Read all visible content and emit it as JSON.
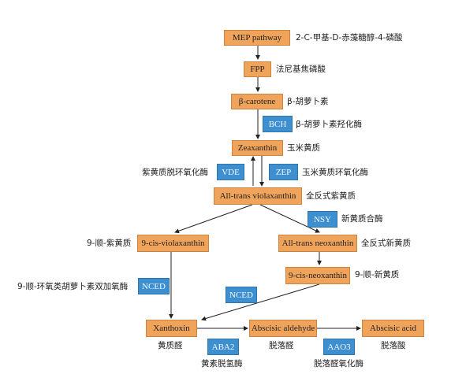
{
  "nodes": {
    "mep": "MEP pathway",
    "fpp": "FPP",
    "bcar": "β-carotene",
    "zea": "Zeaxanthin",
    "atv": "All-trans violaxanthin",
    "cisv": "9-cis-violaxanthin",
    "atn": "All-trans neoxanthin",
    "cisn": "9-cis-neoxanthin",
    "xan": "Xanthoxin",
    "abald": "Abscisic aldehyde",
    "aba": "Abscisic acid"
  },
  "enzymes": {
    "bch": "BCH",
    "vde": "VDE",
    "zep": "ZEP",
    "nsy": "NSY",
    "nced1": "NCED",
    "nced2": "NCED",
    "aba2": "ABA2",
    "aao3": "AAO3"
  },
  "labels": {
    "mep": "2-C-甲基-D-赤藻糖醇-4-磷酸",
    "fpp": "法尼基焦磷酸",
    "bcar": "β-胡萝卜素",
    "bch": "β-胡萝卜素羟化酶",
    "zea": "玉米黄质",
    "vde": "紫黄质脱环氧化酶",
    "zep": "玉米黄质环氧化酶",
    "atv": "全反式紫黄质",
    "nsy": "新黄质合酶",
    "cisv": "9-顺-紫黄质",
    "atn": "全反式新黄质",
    "nced": "9-顺-环氧类胡萝卜素双加氧酶",
    "cisn": "9-顺-新黄质",
    "xan": "黄质醛",
    "abald": "脱落醛",
    "aba": "脱落酸",
    "aba2": "黄素脱氢酶",
    "aao3": "脱落醛氧化酶"
  }
}
